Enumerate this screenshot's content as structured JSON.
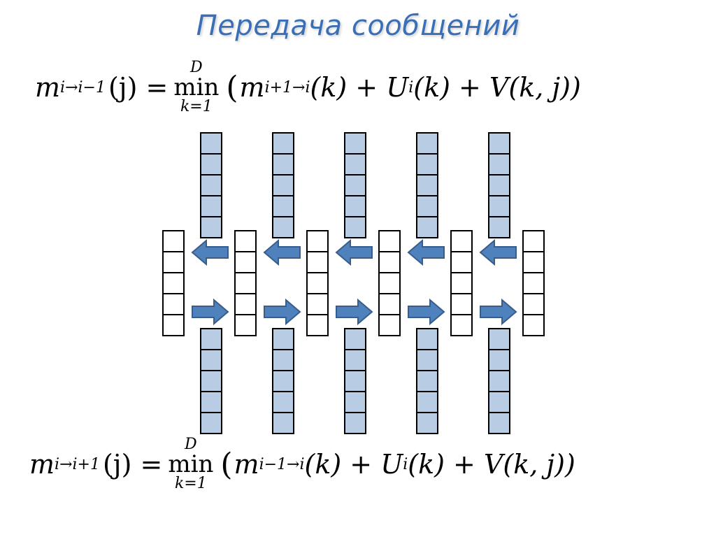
{
  "title": "Передача сообщений",
  "formula_top": {
    "lhs_base": "m",
    "lhs_sub": "i→i−1",
    "lhs_arg": "(j) =",
    "min_sup": "D",
    "min_op": "min",
    "min_sub": "k=1",
    "open": "(",
    "msg_base": "m",
    "msg_sub": "i+1→i",
    "rest": "(k) + U",
    "u_sub": "i",
    "tail": "(k) + V(k, j))"
  },
  "formula_bottom": {
    "lhs_base": "m",
    "lhs_sub": "i→i+1",
    "lhs_arg": "(j) =",
    "min_sup": "D",
    "min_op": "min",
    "min_sub": "k=1",
    "open": "(",
    "msg_base": "m",
    "msg_sub": "i−1→i",
    "rest": "(k) + U",
    "u_sub": "i",
    "tail": "(k) + V(k, j))"
  },
  "diagram": {
    "node_count": 6,
    "cells_per_vector": 5,
    "unary_count": 5,
    "colors": {
      "unary_fill": "#b8cce4",
      "message_fill": "#ffffff",
      "stroke": "#000000",
      "arrow_fill": "#4f81bd",
      "arrow_stroke": "#385d8a"
    }
  }
}
